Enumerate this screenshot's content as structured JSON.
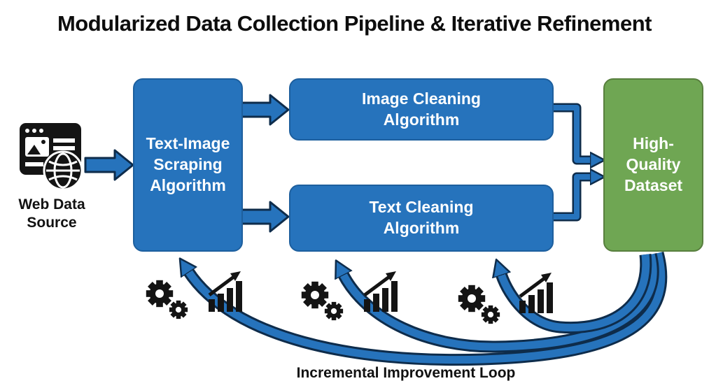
{
  "title": "Modularized Data Collection Pipeline & Iterative Refinement",
  "colors": {
    "blue": "#2673BC",
    "green": "#6FA653",
    "outline": "#0E2C4B",
    "ink": "#141414",
    "bg": "#FFFFFF"
  },
  "nodes": {
    "web_source": {
      "label": "Web Data\nSource"
    },
    "scraping": {
      "label": "Text-Image\nScraping\nAlgorithm"
    },
    "image_cleaning": {
      "label": "Image Cleaning\nAlgorithm"
    },
    "text_cleaning": {
      "label": "Text Cleaning\nAlgorithm"
    },
    "dataset": {
      "label": "High-\nQuality\nDataset"
    }
  },
  "loop": {
    "label": "Incremental Improvement Loop"
  },
  "icons": {
    "web_source": "browser-globe-icon",
    "refinement_steps": [
      "gears-icon",
      "growth-chart-icon"
    ]
  }
}
